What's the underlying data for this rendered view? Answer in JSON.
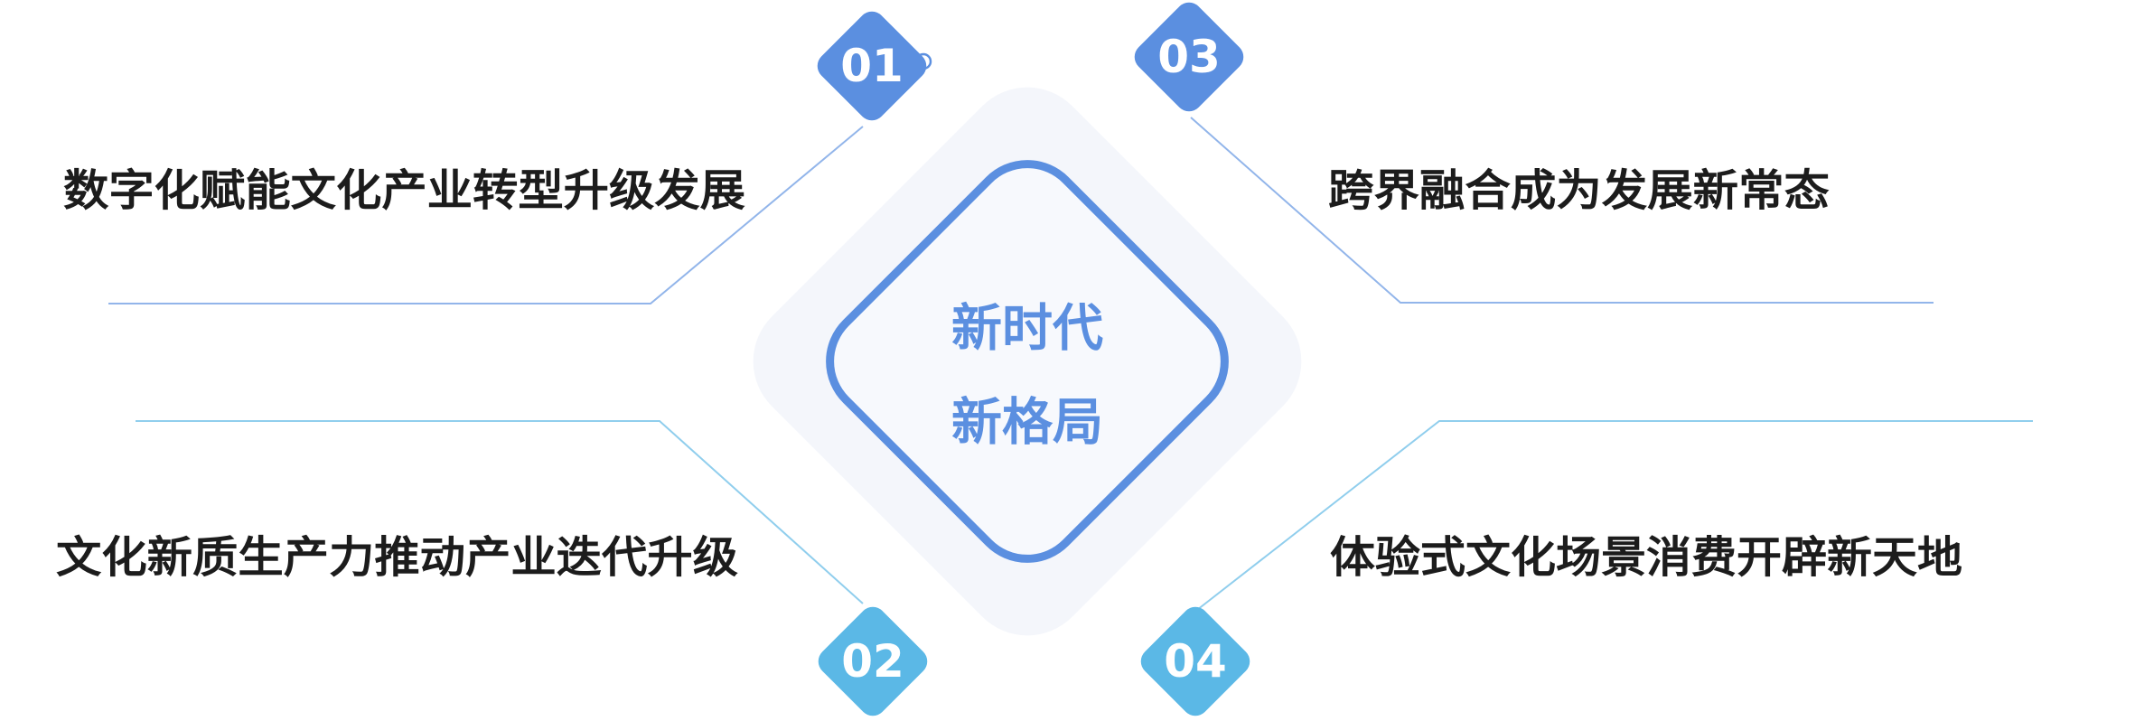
{
  "center": {
    "line1": "新时代",
    "line2": "新格局"
  },
  "items": [
    {
      "number": "01",
      "text": "数字化赋能文化产业转型升级发展"
    },
    {
      "number": "02",
      "text": "文化新质生产力推动产业迭代升级"
    },
    {
      "number": "03",
      "text": "跨界融合成为发展新常态"
    },
    {
      "number": "04",
      "text": "体验式文化场景消费开辟新天地"
    }
  ],
  "colors": {
    "badge_top": "#5b8fe0",
    "badge_bottom": "#5bb8e6",
    "center_border": "#5b8fe0",
    "center_text": "#5b8fe0",
    "center_bg": "#f7f9fd",
    "halo": "#f4f6fb",
    "item_text": "#1c1c1c"
  }
}
